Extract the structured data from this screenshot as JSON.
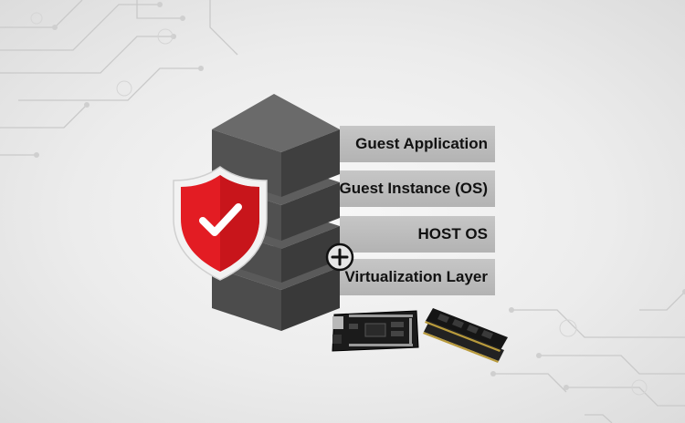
{
  "diagram": {
    "layers": [
      {
        "label": "Guest Application"
      },
      {
        "label": "Guest Instance (OS)"
      },
      {
        "label": "HOST OS"
      },
      {
        "label": "Virtualization Layer"
      }
    ],
    "icons": {
      "shield": "shield-check-icon",
      "plus": "plus-circle-icon",
      "board": "circuit-board-icon",
      "memory": "ram-module-icon"
    },
    "colors": {
      "shield": "#e31c23",
      "stack_dark": "#4a4a4a",
      "label_bg": "#bdbdbd",
      "circuit": "#c8c8c8"
    }
  }
}
